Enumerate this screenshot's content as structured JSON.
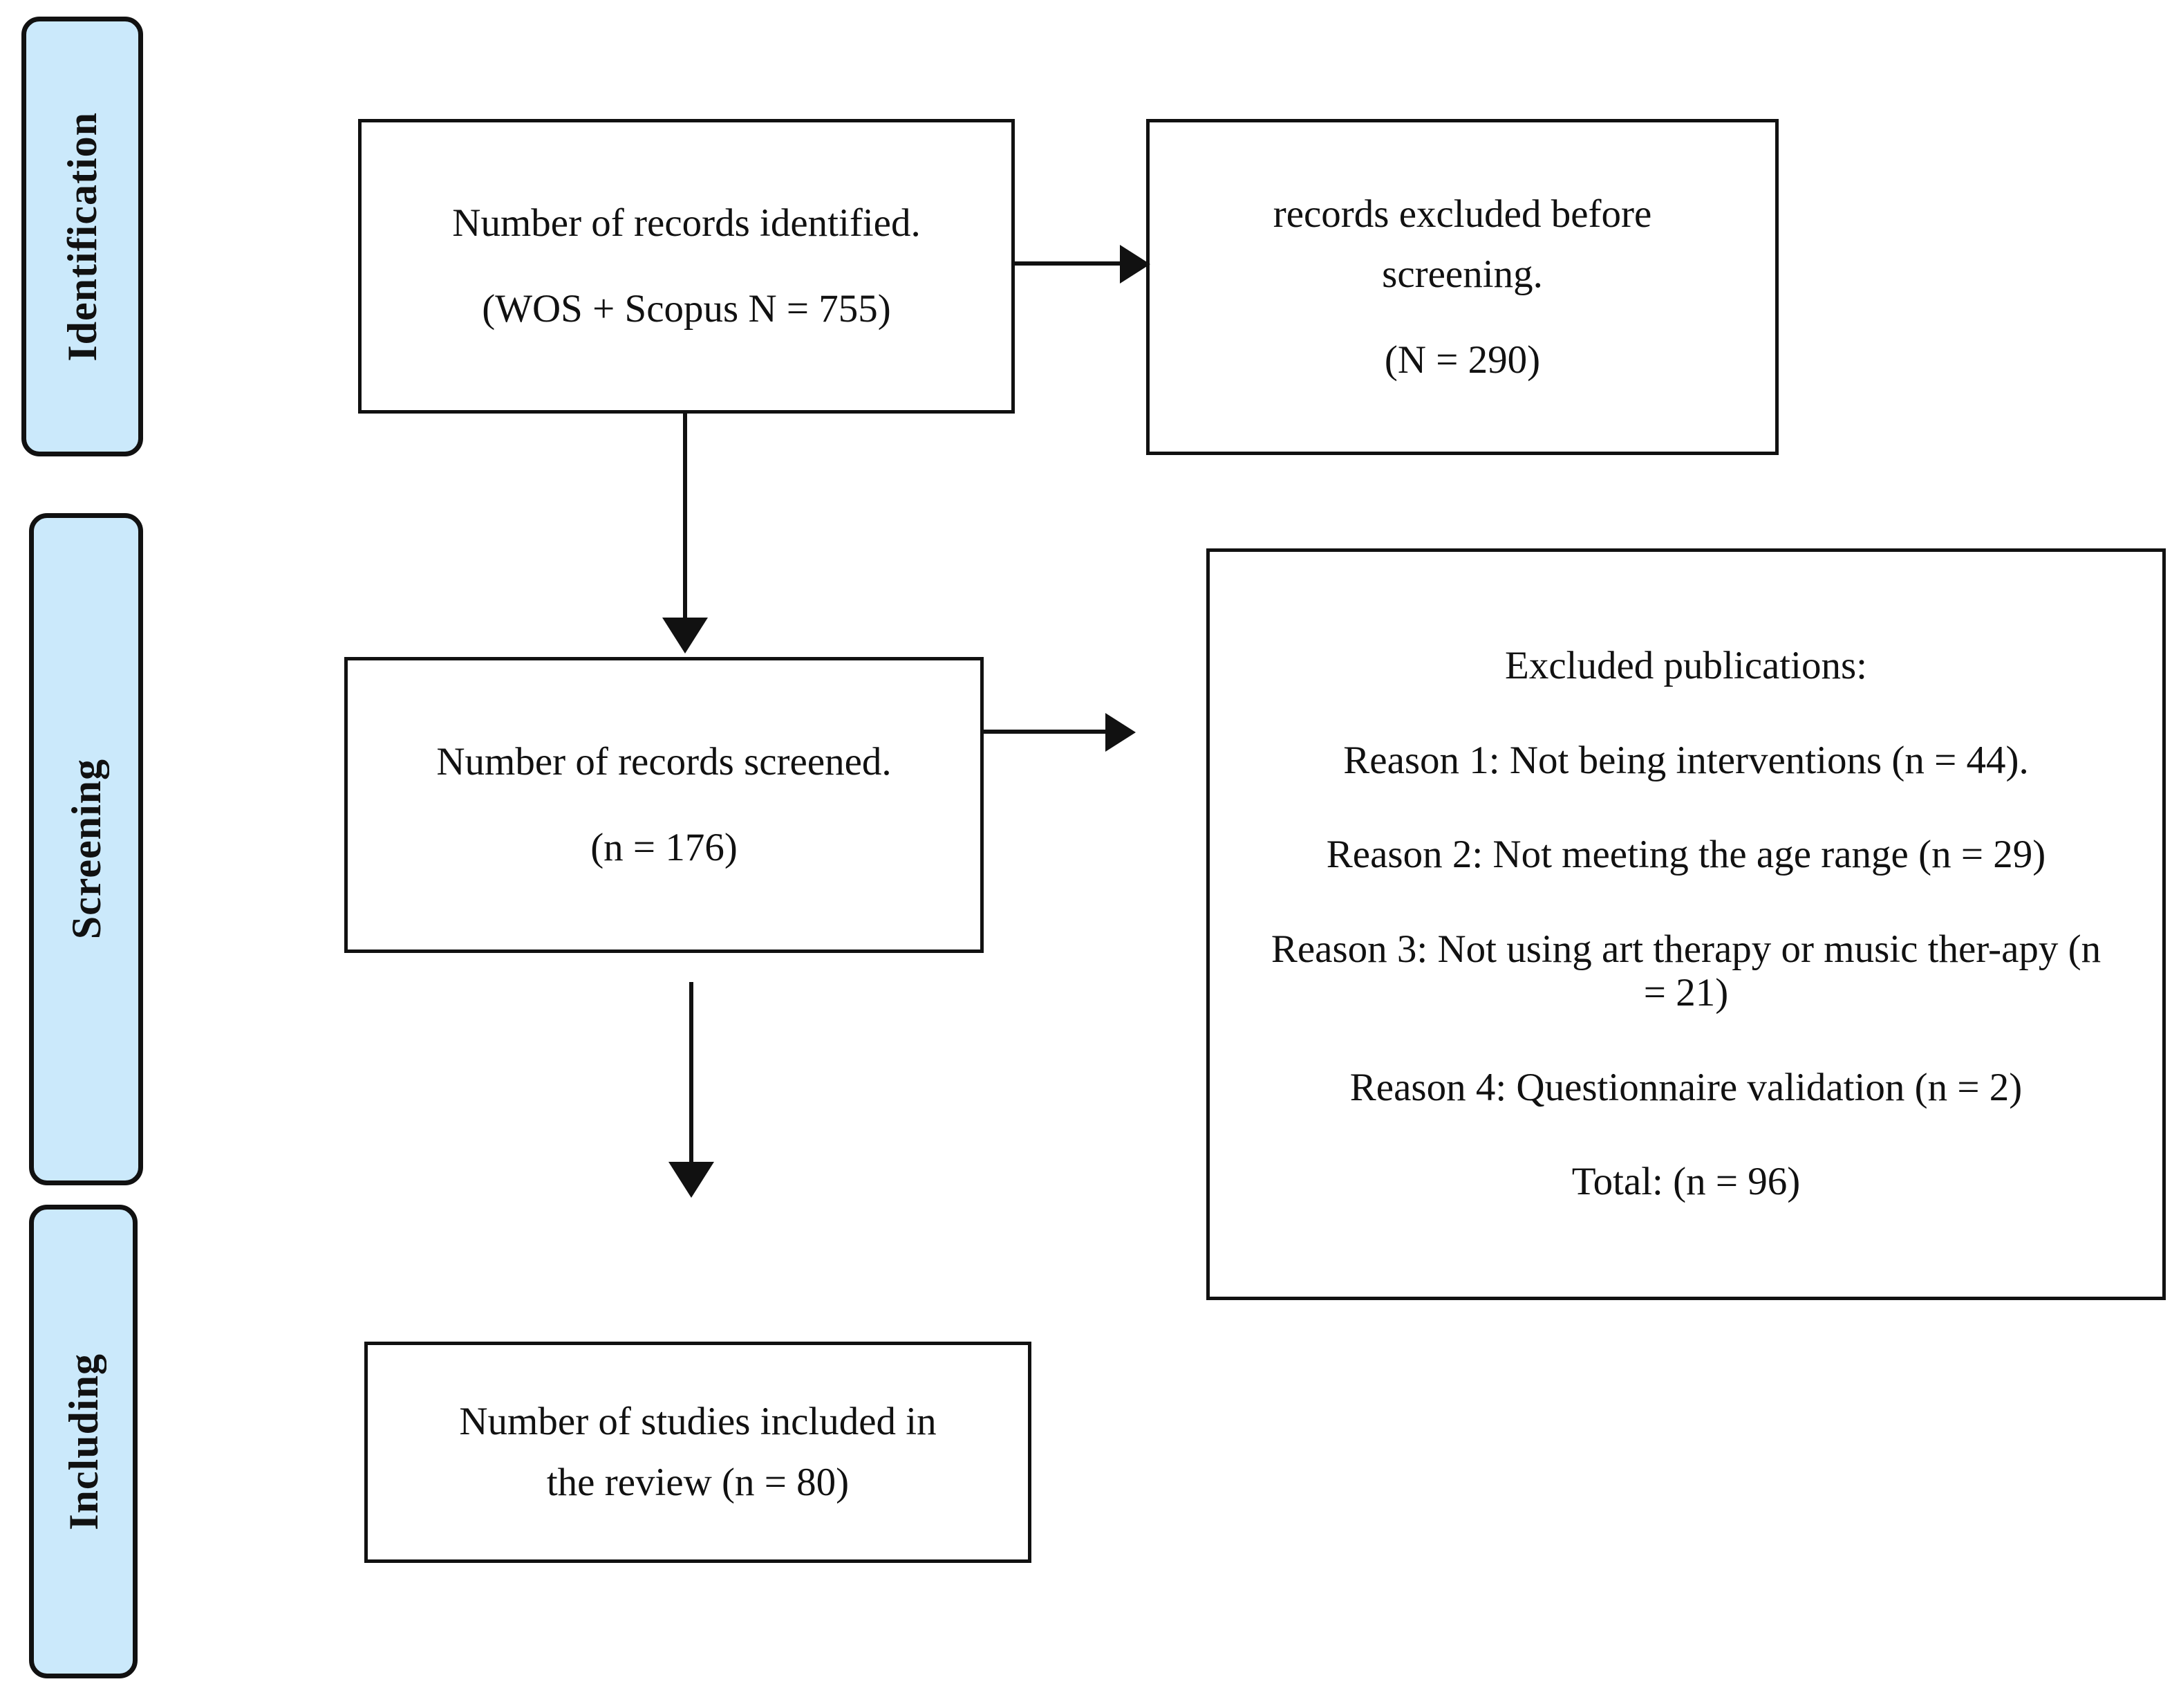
{
  "diagram": {
    "title": "PRISMA flow diagram",
    "accent_color": "#cbe9fb",
    "line_color": "#111111",
    "background_color": "#ffffff"
  },
  "stages": [
    {
      "id": "identification",
      "label": "Identification"
    },
    {
      "id": "screening",
      "label": "Screening"
    },
    {
      "id": "including",
      "label": "Including"
    }
  ],
  "boxes": {
    "identified": {
      "line1": "Number of records identified.",
      "line2": "(WOS + Scopus N = 755)"
    },
    "excluded_before_screening": {
      "line1": "records excluded before",
      "line2": "screening.",
      "line3": "(N = 290)"
    },
    "screened": {
      "line1": "Number of records screened.",
      "line2": "(n = 176)"
    },
    "excluded_publications": {
      "heading": "Excluded publications:",
      "reason1": "Reason 1: Not being interventions (n = 44).",
      "reason2": "Reason 2: Not meeting the age range (n = 29)",
      "reason3": "Reason 3: Not using art therapy or music ther-apy (n = 21)",
      "reason4": "Reason 4: Questionnaire validation (n = 2)",
      "total": "Total: (n = 96)"
    },
    "included": {
      "line1": "Number of studies included in",
      "line2": "the review (n = 80)"
    }
  },
  "connectors": [
    {
      "id": "identified-to-excluded-pre",
      "direction": "right"
    },
    {
      "id": "identified-to-screened",
      "direction": "down"
    },
    {
      "id": "screened-to-excluded-pub",
      "direction": "right"
    },
    {
      "id": "screened-to-included",
      "direction": "down"
    }
  ],
  "chart_data": {
    "type": "table",
    "title": "PRISMA study selection flow",
    "categories": [
      "Records identified (WOS + Scopus)",
      "Records excluded before screening",
      "Records screened",
      "Excluded publications total",
      "Studies included in review"
    ],
    "values": [
      755,
      290,
      176,
      96,
      80
    ],
    "exclusion_reasons": {
      "categories": [
        "Not being interventions",
        "Not meeting the age range",
        "Not using art therapy or music therapy",
        "Questionnaire validation"
      ],
      "values": [
        44,
        29,
        21,
        2
      ],
      "total": 96
    }
  }
}
